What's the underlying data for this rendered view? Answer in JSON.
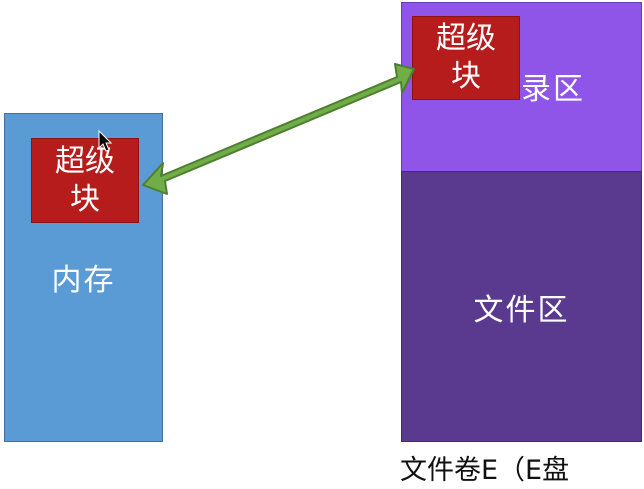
{
  "memory": {
    "label": "内存",
    "superblock": "超级\n块"
  },
  "volume": {
    "directory_area": "录区",
    "file_area": "文件区",
    "superblock": "超级\n块",
    "caption": "文件卷E（E盘"
  },
  "colors": {
    "memory": "#5b9bd5",
    "directory_area": "#8e55e8",
    "file_area": "#5a3a8f",
    "superblock": "#b71c1c",
    "arrow": "#70ad47"
  }
}
